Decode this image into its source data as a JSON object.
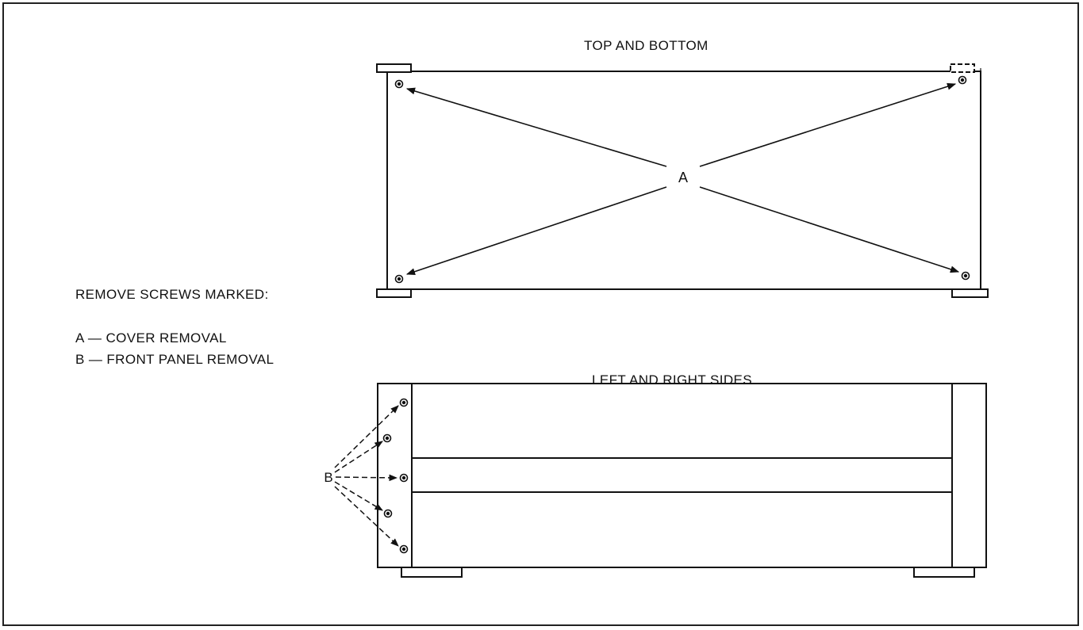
{
  "titles": {
    "top_view": "TOP AND BOTTOM",
    "side_view": "LEFT AND RIGHT SIDES"
  },
  "legend": {
    "heading": "REMOVE SCREWS MARKED:",
    "items": [
      {
        "key": "A",
        "text": "A — COVER REMOVAL"
      },
      {
        "key": "B",
        "text": "B — FRONT PANEL REMOVAL"
      }
    ]
  },
  "callouts": {
    "top_view_label": "A",
    "side_view_label": "B"
  }
}
